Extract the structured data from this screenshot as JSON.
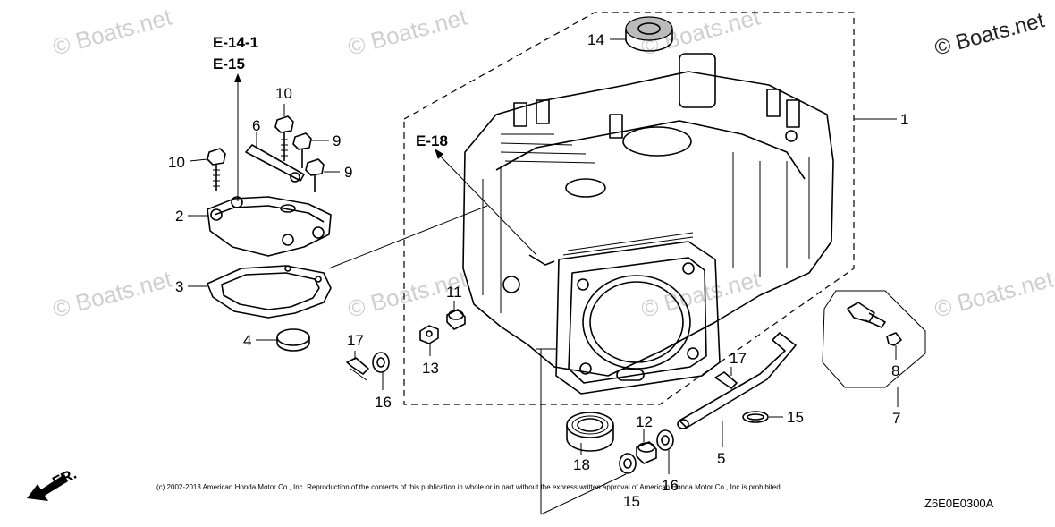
{
  "watermark": {
    "text": "© Boats.net",
    "corner_text": "© Boats.net"
  },
  "references": {
    "ref_e14_1": "E-14-1",
    "ref_e15": "E-15",
    "ref_e18": "E-18"
  },
  "callouts": {
    "c1": "1",
    "c2": "2",
    "c3": "3",
    "c4": "4",
    "c5": "5",
    "c6": "6",
    "c7": "7",
    "c8": "8",
    "c9a": "9",
    "c9b": "9",
    "c10a": "10",
    "c10b": "10",
    "c11": "11",
    "c12": "12",
    "c13": "13",
    "c14": "14",
    "c15": "15",
    "c16a": "16",
    "c16b": "16",
    "c17a": "17",
    "c17b": "17",
    "c18": "18",
    "c15b": "15"
  },
  "direction_marker": {
    "text": "FR."
  },
  "copyright": "(c) 2002-2013 American Honda Motor Co., Inc. Reproduction of the contents of this publication in whole or in part without the express written approval of American Honda Motor Co., Inc is prohibited.",
  "diagram_code": "Z6E0E0300A"
}
